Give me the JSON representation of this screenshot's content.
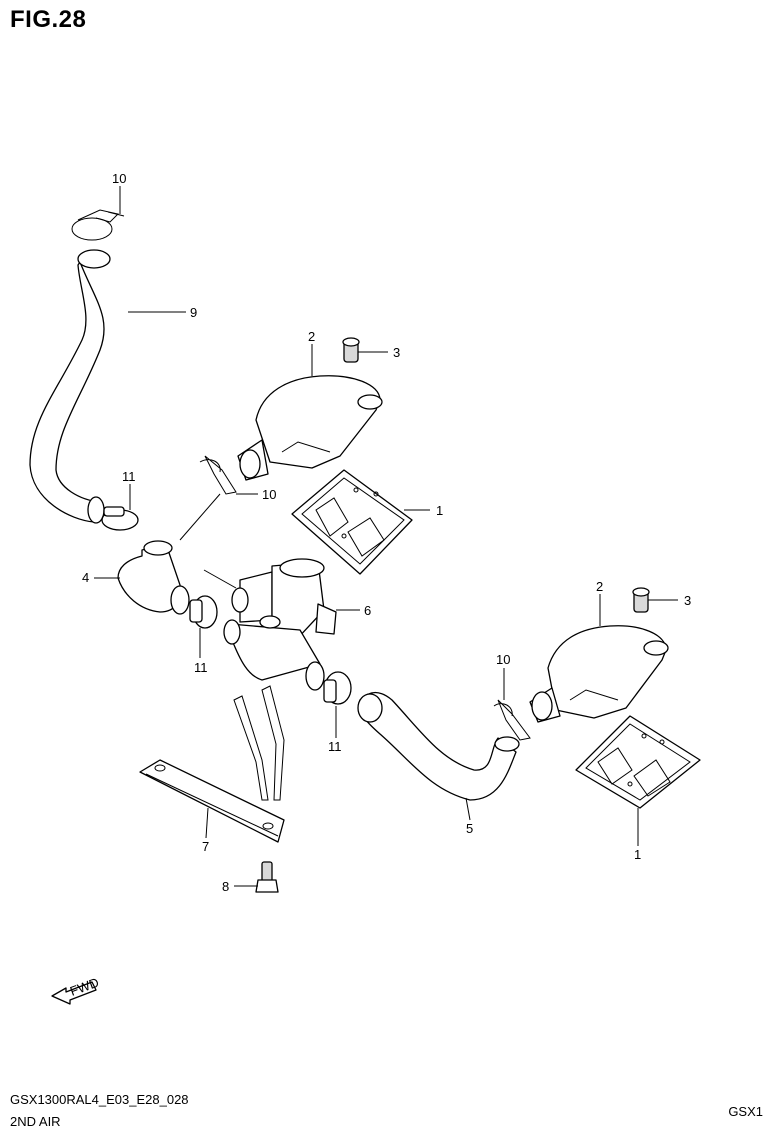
{
  "figure": {
    "title": "FIG.28"
  },
  "footer": {
    "code": "GSX1300RAL4_E03_E28_028",
    "name": "2ND AIR",
    "model": "GSX1"
  },
  "front_arrow": {
    "text": "FWD"
  },
  "callouts": {
    "c1a": "1",
    "c1b": "1",
    "c2a": "2",
    "c2b": "2",
    "c3a": "3",
    "c3b": "3",
    "c4": "4",
    "c5": "5",
    "c6": "6",
    "c7": "7",
    "c8": "8",
    "c9": "9",
    "c10a": "10",
    "c10b": "10",
    "c10c": "10",
    "c11a": "11",
    "c11b": "11",
    "c11c": "11"
  }
}
